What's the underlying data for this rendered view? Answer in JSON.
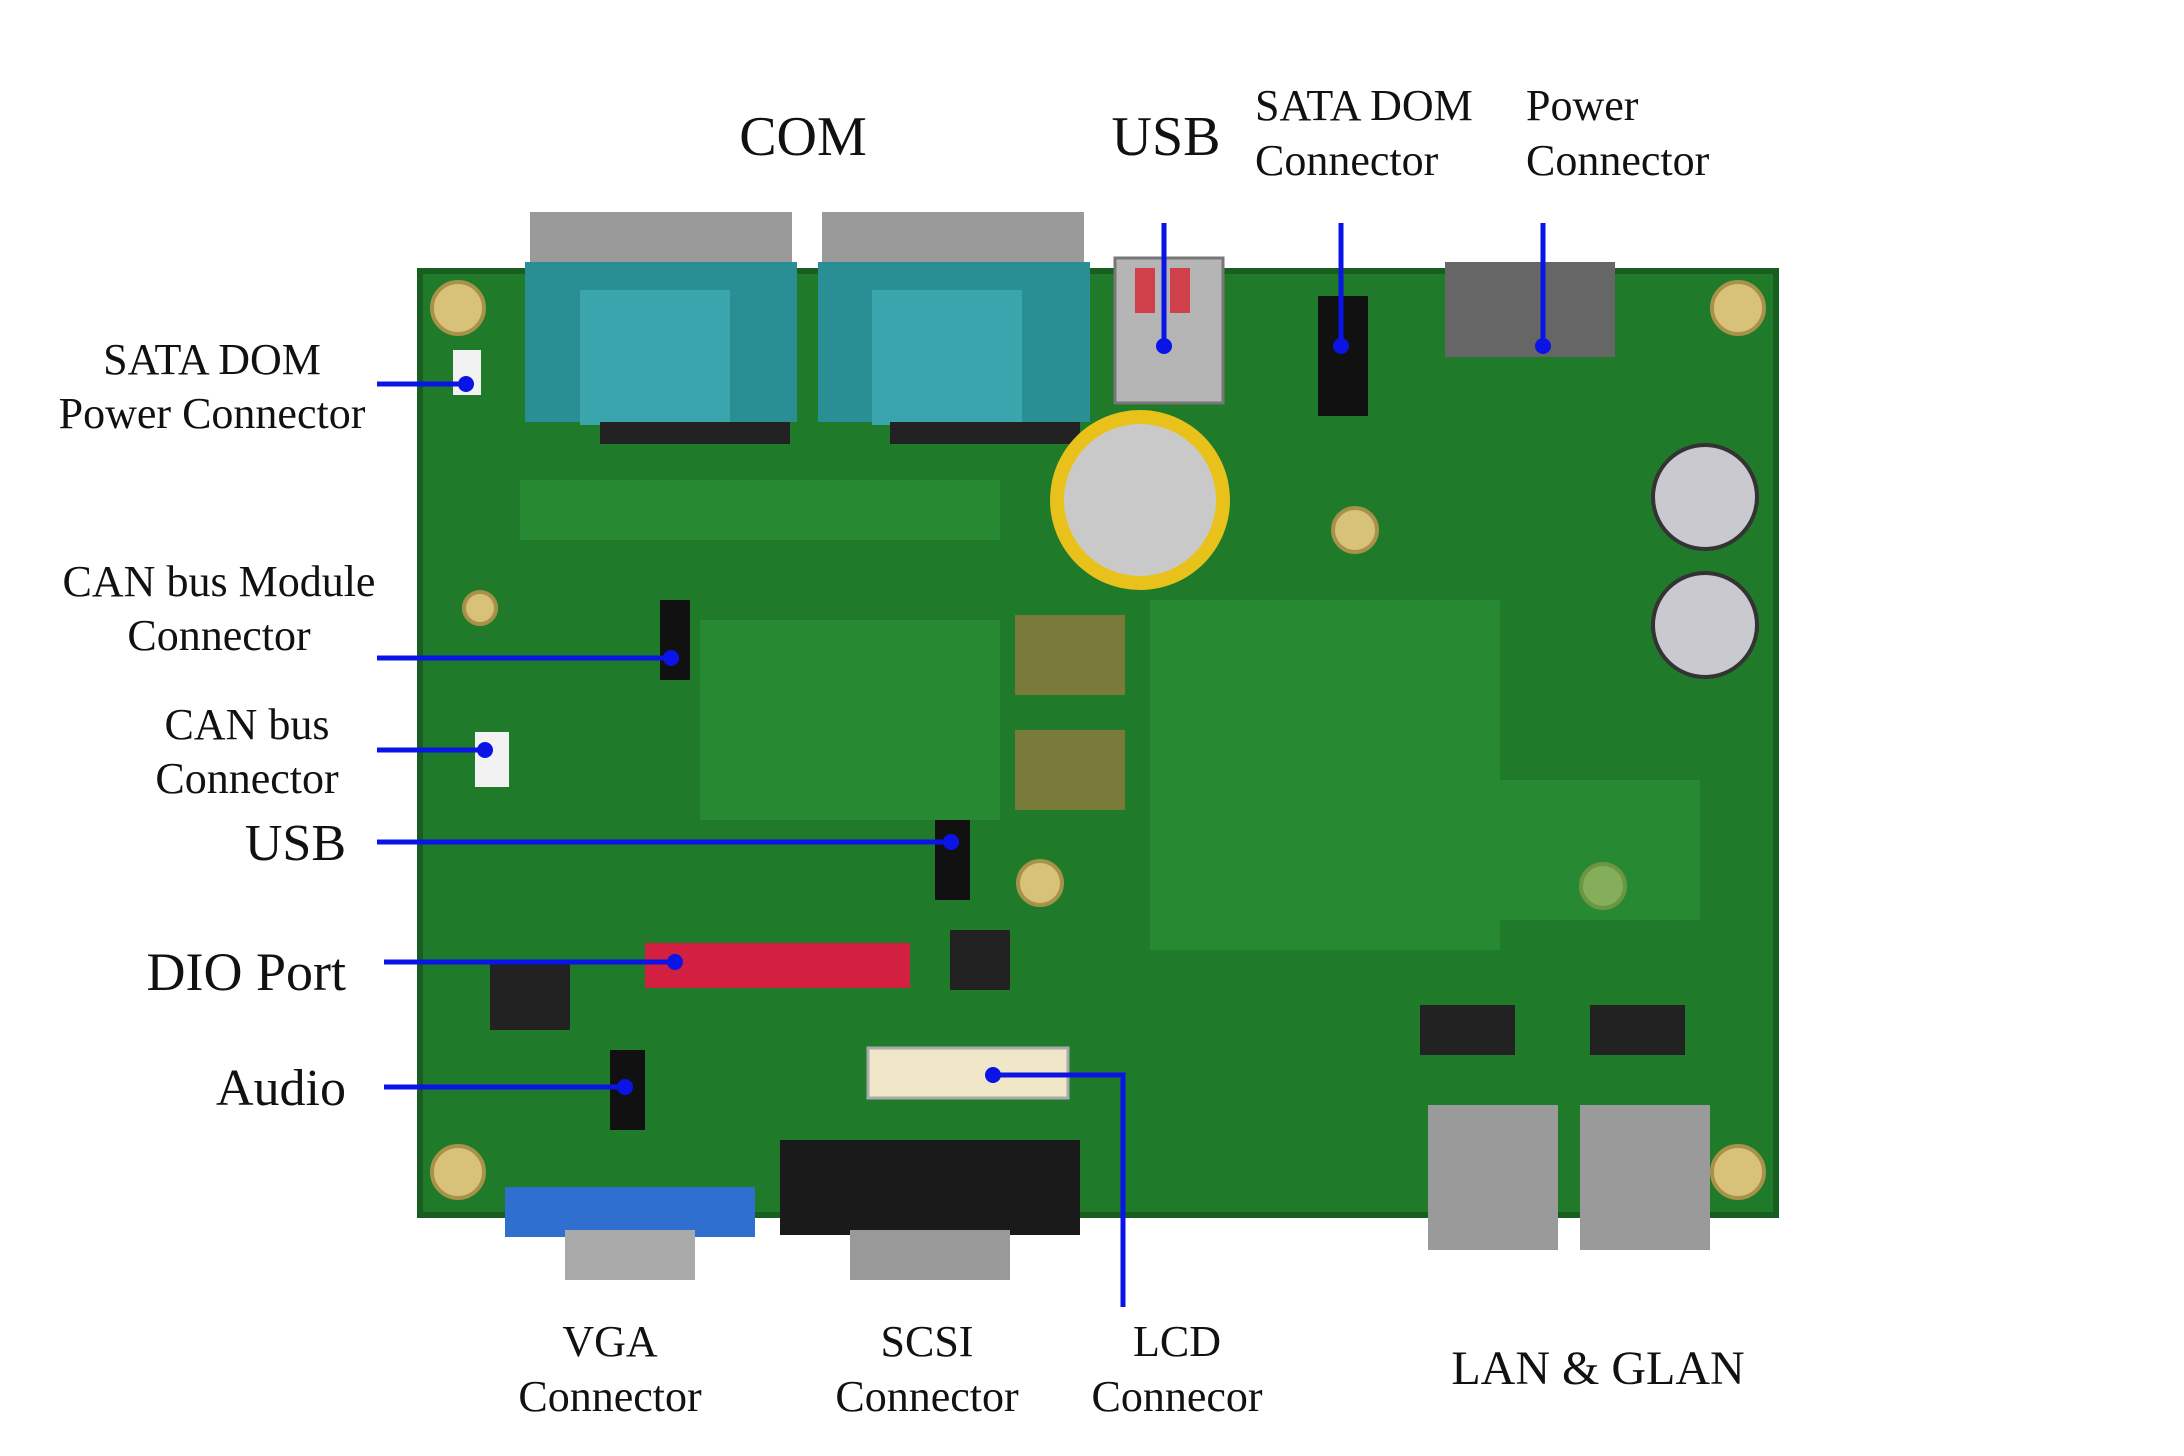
{
  "labels": {
    "com": "COM",
    "usb_top": "USB",
    "sata_dom_connector": [
      "SATA DOM",
      "Connector"
    ],
    "power_connector": [
      "Power",
      "Connector"
    ],
    "sata_dom_power": [
      "SATA DOM",
      "Power Connector"
    ],
    "can_module": [
      "CAN bus Module",
      "Connector"
    ],
    "can_bus": [
      "CAN bus",
      "Connector"
    ],
    "usb_left": "USB",
    "dio_port": "DIO Port",
    "audio": "Audio",
    "vga": [
      "VGA",
      "Connector"
    ],
    "scsi": [
      "SCSI",
      "Connector"
    ],
    "lcd": [
      "LCD",
      "Connecor"
    ],
    "lan": "LAN & GLAN"
  },
  "colors": {
    "board": "#1f7a2a",
    "pointer": "#0a14e6"
  }
}
